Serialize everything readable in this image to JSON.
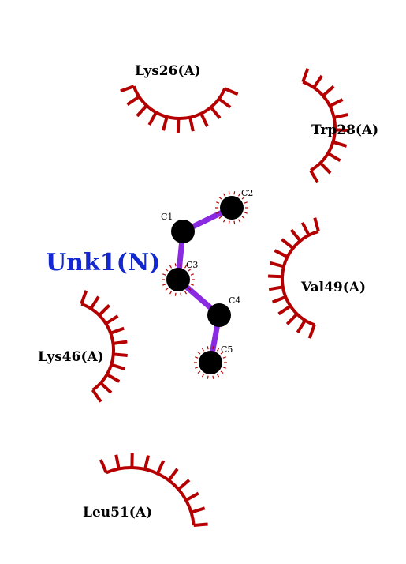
{
  "colors": {
    "residue_arc": "#b40000",
    "bond": "#8a2be2",
    "atom": "#000000",
    "ligand_label": "#1428d2",
    "residue_label": "#000000"
  },
  "ligand": {
    "name": "Unk1(N)"
  },
  "residues": [
    {
      "id": "lys26",
      "label": "Lys26(A)"
    },
    {
      "id": "trp28",
      "label": "Trp28(A)"
    },
    {
      "id": "val49",
      "label": "Val49(A)"
    },
    {
      "id": "lys46",
      "label": "Lys46(A)"
    },
    {
      "id": "leu51",
      "label": "Leu51(A)"
    }
  ],
  "atoms": [
    {
      "id": "c1",
      "label": "C1"
    },
    {
      "id": "c2",
      "label": "C2"
    },
    {
      "id": "c3",
      "label": "C3"
    },
    {
      "id": "c4",
      "label": "C4"
    },
    {
      "id": "c5",
      "label": "C5"
    }
  ],
  "bonds": [
    [
      "C1",
      "C2"
    ],
    [
      "C1",
      "C3"
    ],
    [
      "C3",
      "C4"
    ],
    [
      "C4",
      "C5"
    ]
  ]
}
